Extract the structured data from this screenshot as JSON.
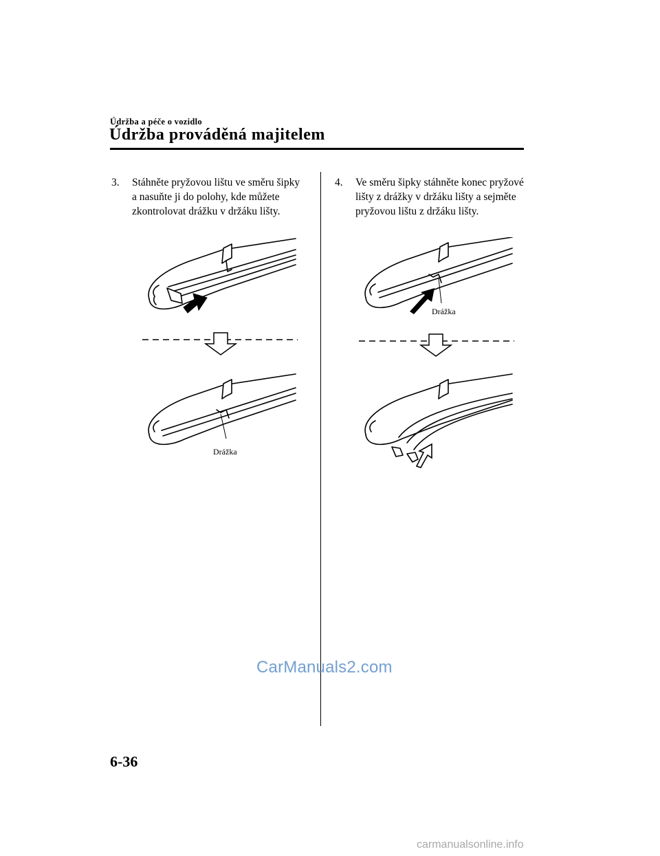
{
  "header": {
    "section_label": "Údržba a péče o vozidlo",
    "chapter_title": "Údržba prováděná majitelem"
  },
  "steps": [
    {
      "number": "3.",
      "lines": [
        "Stáhněte pryžovou lištu ve směru šipky",
        "a nasuňte ji do polohy, kde můžete",
        "zkontrolovat drážku v držáku lišty."
      ],
      "figure_label": "Drážka"
    },
    {
      "number": "4.",
      "lines": [
        "Ve směru šipky stáhněte konec pryžové",
        "lišty z drážky v držáku lišty a sejměte",
        "pryžovou lištu z držáku lišty."
      ],
      "figure_label": "Drážka"
    }
  ],
  "page_number": "6-36",
  "watermark": "CarManuals2.com",
  "footer_site": "carmanualsonline.info"
}
